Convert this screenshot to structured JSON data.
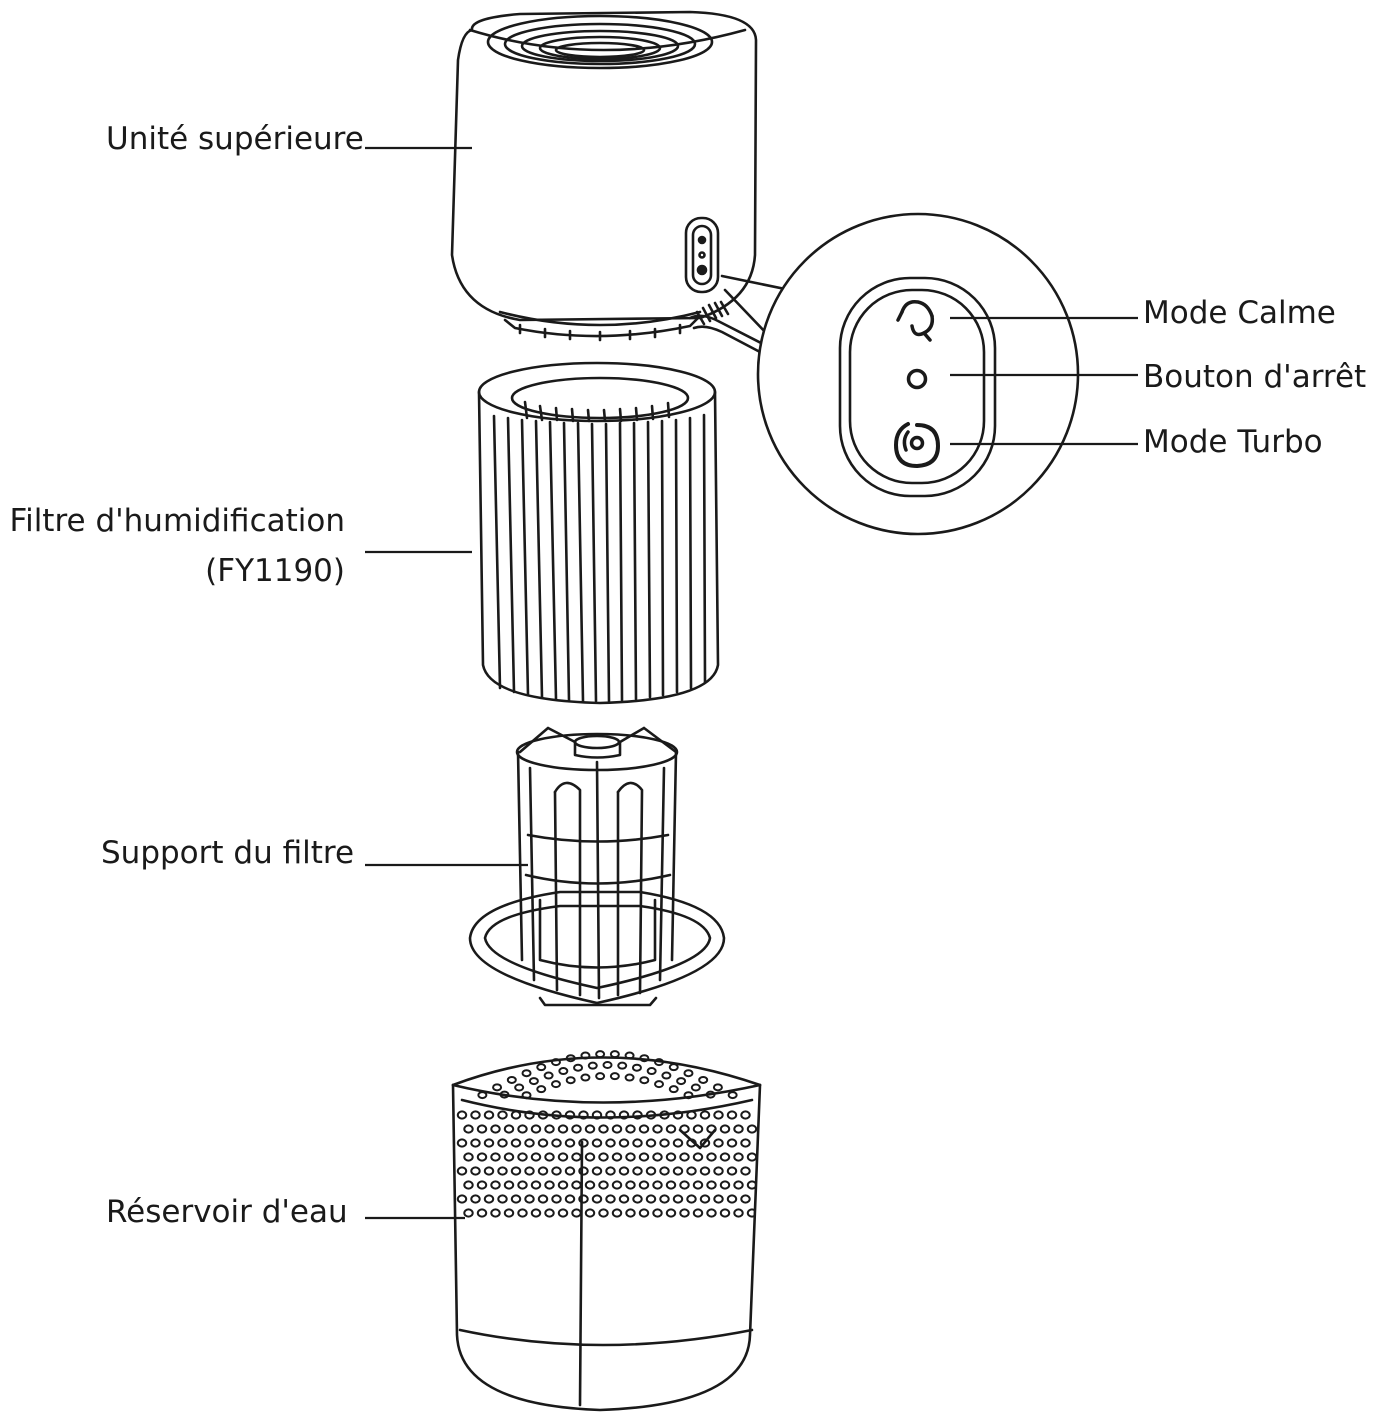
{
  "parts": {
    "top_unit": "Unité supérieure",
    "filter": "Filtre d'humidification",
    "filter_code": "(FY1190)",
    "filter_support": "Support du filtre",
    "water_tank": "Réservoir d'eau"
  },
  "controls": {
    "calm_mode": "Mode Calme",
    "off_button": "Bouton d'arrêt",
    "turbo_mode": "Mode Turbo"
  },
  "colors": {
    "stroke": "#1a1a1a",
    "background": "#ffffff"
  }
}
